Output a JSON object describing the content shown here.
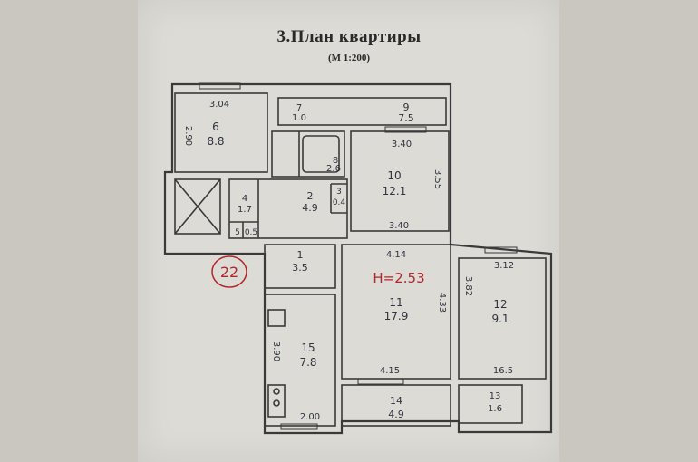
{
  "title": "3.План квартиры",
  "scale": "(М 1:200)",
  "apartment_number": "22",
  "ceiling_height": "H=2.53",
  "rooms": [
    {
      "id": "6",
      "area": "8.8"
    },
    {
      "id": "7",
      "area": "1.0"
    },
    {
      "id": "8",
      "area": "2.6"
    },
    {
      "id": "9",
      "area": "7.5"
    },
    {
      "id": "10",
      "area": "12.1"
    },
    {
      "id": "4",
      "area": "1.7"
    },
    {
      "id": "2",
      "area": "4.9"
    },
    {
      "id": "3",
      "area": "0.4"
    },
    {
      "id": "5",
      "area": "0.5"
    },
    {
      "id": "1",
      "area": "3.5"
    },
    {
      "id": "11",
      "area": "17.9"
    },
    {
      "id": "12",
      "area": "9.1"
    },
    {
      "id": "15",
      "area": "7.8"
    },
    {
      "id": "14",
      "area": "4.9"
    },
    {
      "id": "13",
      "area": "1.6"
    }
  ],
  "dimensions": [
    "3.04",
    "2.90",
    "3.40",
    "3.55",
    "3.40",
    "4.14",
    "4.33",
    "3.82",
    "3.12",
    "3.90",
    "4.15",
    "2.00",
    "16.5"
  ]
}
